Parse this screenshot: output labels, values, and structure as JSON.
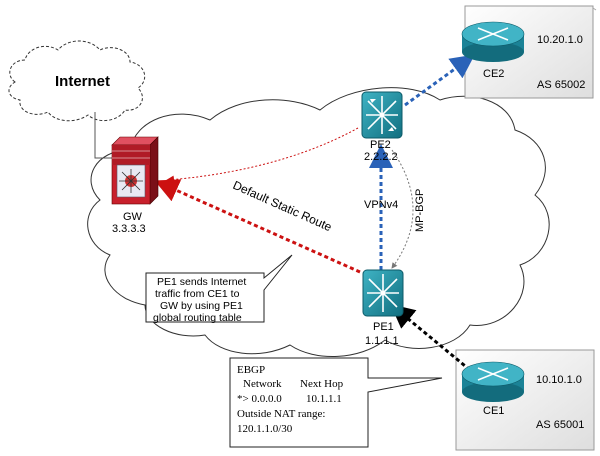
{
  "internet": {
    "label": "Internet"
  },
  "gw": {
    "name": "GW",
    "ip": "3.3.3.3"
  },
  "pe2": {
    "name": "PE2",
    "ip": "2.2.2.2"
  },
  "pe1": {
    "name": "PE1",
    "ip": "1.1.1.1"
  },
  "ce2": {
    "name": "CE2",
    "network": "10.20.1.0",
    "as": "AS 65002"
  },
  "ce1": {
    "name": "CE1",
    "network": "10.10.1.0",
    "as": "AS 65001"
  },
  "links": {
    "default_route": "Default Static Route",
    "vpnv4": "VPNv4",
    "mpbgp": "MP-BGP"
  },
  "callout_pe1": {
    "line1": "PE1 sends Internet",
    "line2": "traffic from CE1 to",
    "line3": "GW by using PE1",
    "line4": "global routing table"
  },
  "callout_ebgp": {
    "title": "EBGP",
    "col_network": "Network",
    "col_nexthop": "Next Hop",
    "row_network": "*> 0.0.0.0",
    "row_nexthop": "10.1.1.1",
    "nat_label": "Outside NAT range:",
    "nat_value": "120.1.1.0/30"
  },
  "colors": {
    "router": "#1f8ea0",
    "red_link": "#cc1111",
    "blue_link": "#2a62b8",
    "firewall": "#c8202c"
  }
}
